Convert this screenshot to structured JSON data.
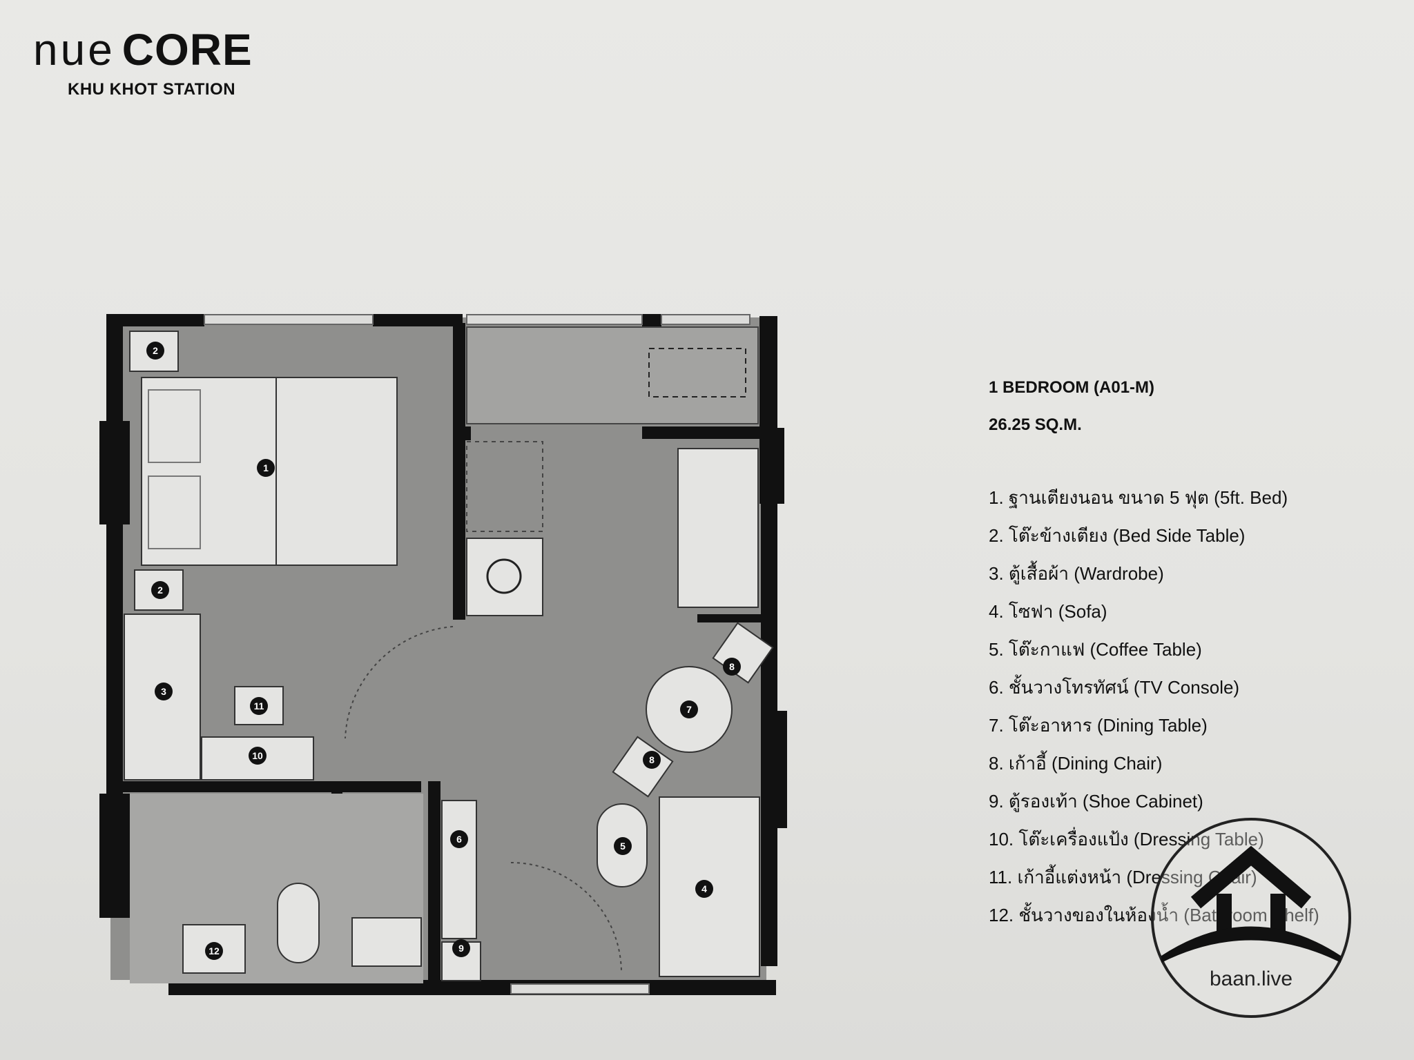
{
  "brand": {
    "logo_light": "nue",
    "logo_bold": "CORE",
    "subtitle": "KHU KHOT STATION"
  },
  "unit": {
    "title": "1 BEDROOM (A01-M)",
    "area": "26.25 SQ.M."
  },
  "legend": [
    "1. ฐานเตียงนอน ขนาด 5 ฟุต (5ft. Bed)",
    "2. โต๊ะข้างเตียง (Bed Side Table)",
    "3. ตู้เสื้อผ้า (Wardrobe)",
    "4. โซฟา (Sofa)",
    "5. โต๊ะกาแฟ (Coffee Table)",
    "6. ชั้นวางโทรทัศน์ (TV Console)",
    "7. โต๊ะอาหาร (Dining Table)",
    "8. เก้าอี้ (Dining Chair)",
    "9. ตู้รองเท้า (Shoe Cabinet)",
    "10. โต๊ะเครื่องแป้ง (Dressing Table)",
    "11. เก้าอี้แต่งหน้า (Dressing Chair)",
    "12. ชั้นวางของในห้องน้ำ (Bathroom Shelf)"
  ],
  "plan_markers": [
    "1",
    "2",
    "2",
    "3",
    "4",
    "5",
    "6",
    "7",
    "8",
    "8",
    "9",
    "10",
    "11",
    "12"
  ],
  "watermark": {
    "text": "baan.live"
  },
  "colors": {
    "wall": "#111111",
    "floor": "#8f8f8d",
    "furniture": "#e4e4e2"
  }
}
